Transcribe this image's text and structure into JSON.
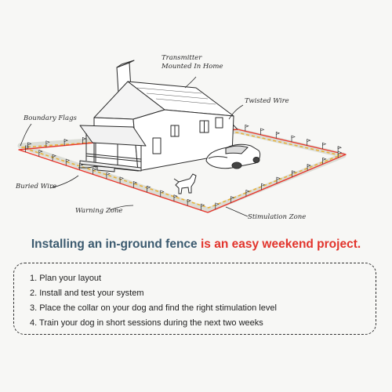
{
  "diagram": {
    "labels": {
      "transmitter": "Transmitter Mounted In Home",
      "twisted_wire": "Twisted Wire",
      "boundary_flags": "Boundary Flags",
      "buried_wire": "Buried Wire",
      "warning_zone": "Warning Zone",
      "stimulation_zone": "Stimulation Zone"
    },
    "colors": {
      "buried_wire": "#e8382e",
      "warning_zone": "#e8b23a",
      "stimulation_zone": "#c6c8c0",
      "sketch_line": "#2a2a2a"
    }
  },
  "headline": {
    "prefix": "Installing an in-ground fence ",
    "highlight": "is an easy weekend project.",
    "color": "#3b5a6f",
    "highlight_color": "#e2342c"
  },
  "steps": [
    "1. Plan your layout",
    "2. Install and test your system",
    "3. Place the collar on your dog and find the right stimulation level",
    "4. Train your dog in short sessions during the next two weeks"
  ]
}
